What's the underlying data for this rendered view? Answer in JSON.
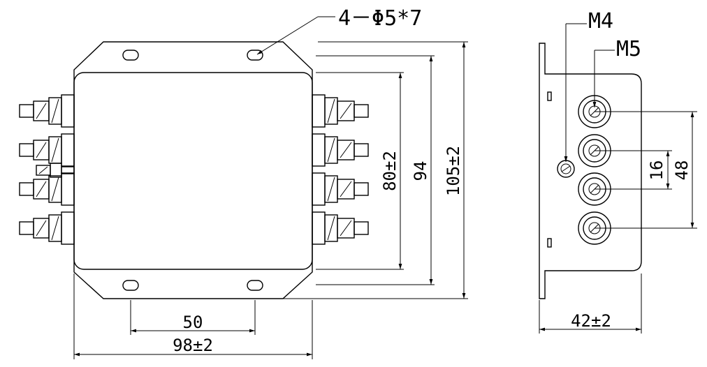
{
  "labels": {
    "hole_callout": "4－Φ5*7",
    "dim_50": "50",
    "dim_98": "98±2",
    "dim_80": "80±2",
    "dim_94": "94",
    "dim_105": "105±2",
    "stud_m4": "M4",
    "stud_m5": "M5",
    "dim_16": "16",
    "dim_48": "48",
    "dim_42": "42±2"
  }
}
